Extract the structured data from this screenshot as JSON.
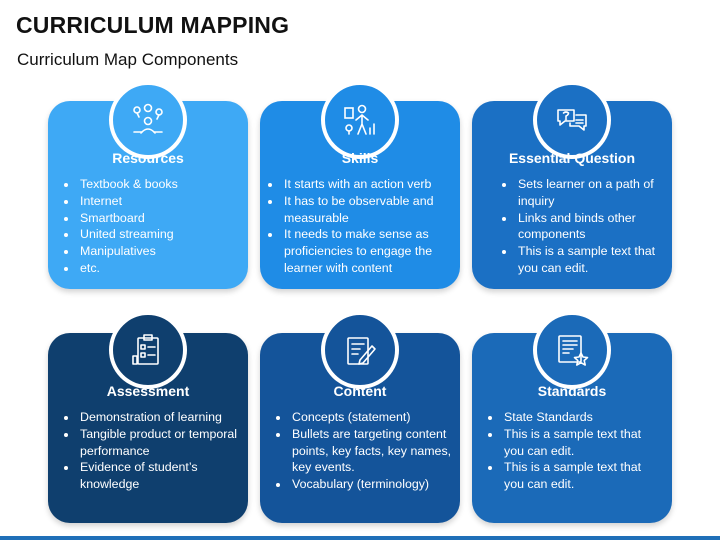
{
  "header": {
    "title": "CURRICULUM MAPPING",
    "subtitle": "Curriculum Map Components"
  },
  "colors": {
    "row1": [
      "#3ea9f5",
      "#1f8ce6",
      "#1b70c4"
    ],
    "row2": [
      "#0f3f6e",
      "#14549a",
      "#1b6ab8"
    ]
  },
  "cards": [
    {
      "title": "Resources",
      "icon": "resources-people-icon",
      "bullets": [
        "Textbook & books",
        "Internet",
        "Smartboard",
        "United streaming",
        "Manipulatives",
        "etc."
      ]
    },
    {
      "title": "Skills",
      "icon": "skills-person-chart-icon",
      "bullets": [
        "It starts with an action verb",
        "It has to be observable and measurable",
        "It needs to make sense as proficiencies to engage the learner with content"
      ]
    },
    {
      "title": "Essential Question",
      "icon": "question-chat-icon",
      "bullets": [
        "Sets learner on a path of inquiry",
        "Links and binds other components",
        "This is a sample text that you can edit."
      ]
    },
    {
      "title": "Assessment",
      "icon": "clipboard-checklist-icon",
      "bullets": [
        "Demonstration of learning",
        "Tangible product or temporal performance",
        "Evidence of student’s knowledge"
      ]
    },
    {
      "title": "Content",
      "icon": "document-pencil-icon",
      "bullets": [
        "Concepts (statement)",
        "Bullets are targeting content points, key facts, key names, key events.",
        "Vocabulary (terminology)"
      ]
    },
    {
      "title": "Standards",
      "icon": "document-star-icon",
      "bullets": [
        "State Standards",
        "This is a sample text that you can edit.",
        "This is a sample text that you can edit."
      ]
    }
  ]
}
